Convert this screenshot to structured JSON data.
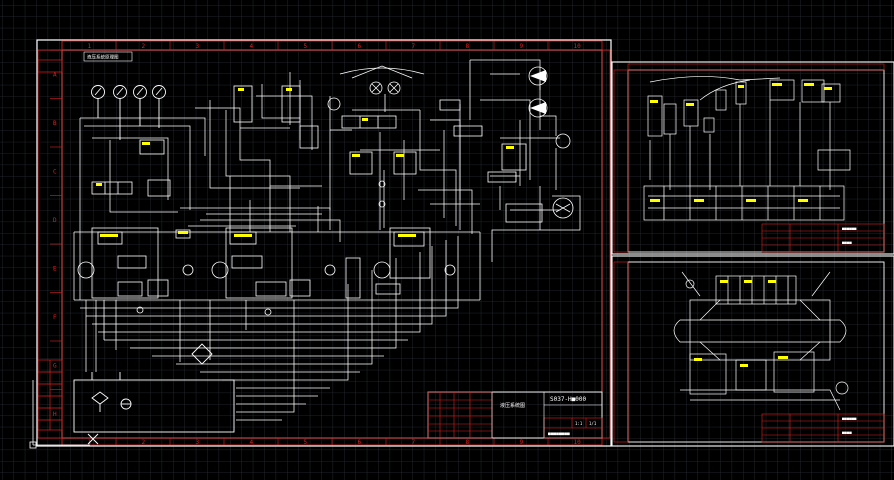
{
  "app": {
    "name": "CAD model-space viewport"
  },
  "colors": {
    "background": "#000000",
    "grid": "#2a2d33",
    "frame": "#ffffff",
    "border_red": "#e02020",
    "line": "#ffffff",
    "accent_yellow": "#ffff00"
  },
  "sheet_main": {
    "zone_numbers_top": [
      "1",
      "2",
      "3",
      "4",
      "5",
      "6",
      "7",
      "8",
      "9",
      "10"
    ],
    "zone_numbers_bottom": [
      "1",
      "2",
      "3",
      "4",
      "5",
      "6",
      "7",
      "8",
      "9",
      "10"
    ],
    "zone_letters_left": [
      "A",
      "B",
      "C",
      "D",
      "E",
      "F",
      "G",
      "H"
    ],
    "corner_tag": "液压系统原理图",
    "title_block": {
      "drawing_number": "S037-H■000",
      "drawing_name": "液压系统图",
      "scale": "1:1",
      "sheet": "1/1",
      "company": "■■■■■■■■"
    }
  },
  "sheet_top_right": {
    "title_block": {
      "drawing_number": "■■■■■■",
      "drawing_name": "■■■■"
    }
  },
  "sheet_bottom_right": {
    "title_block": {
      "drawing_number": "■■■■■■",
      "drawing_name": "■■■■"
    }
  }
}
